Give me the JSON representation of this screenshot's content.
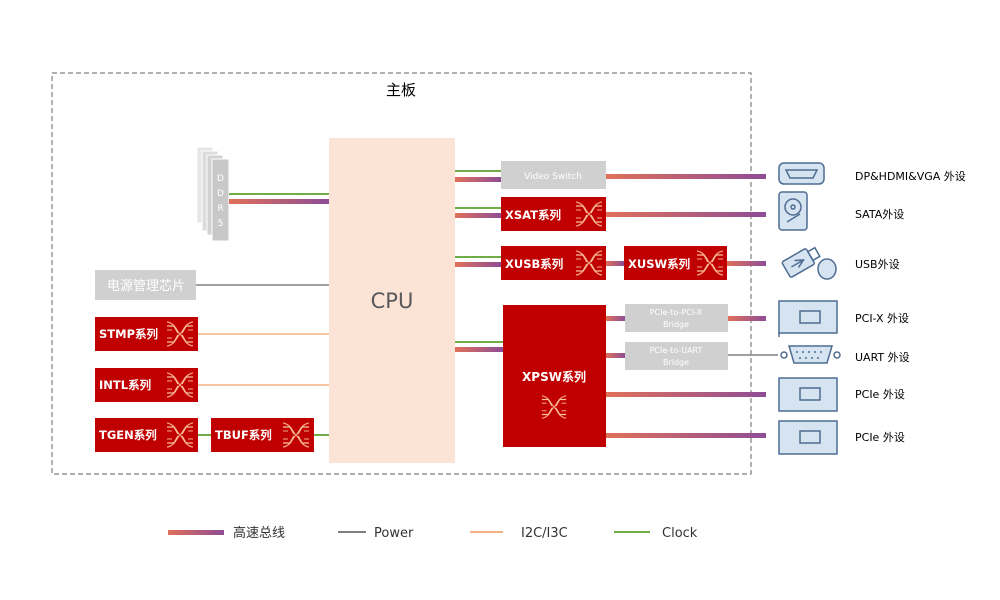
{
  "board": {
    "title": "主板"
  },
  "cpu": {
    "label": "CPU"
  },
  "ddr": {
    "letters": [
      "D",
      "D",
      "R",
      "5"
    ]
  },
  "power_chip": {
    "label": "电源管理芯片"
  },
  "left_chips": {
    "stmp": "STMP系列",
    "intl": "INTL系列",
    "tgen": "TGEN系列",
    "tbuf": "TBUF系列"
  },
  "right_chips": {
    "video_switch": "Video Switch",
    "xsat": "XSAT系列",
    "xusb": "XUSB系列",
    "xusw": "XUSW系列",
    "xpsw": "XPSW系列",
    "bridge_pcix": [
      "PCIe-to-PCI-X",
      "Bridge"
    ],
    "bridge_uart": [
      "PCIe-to-UART",
      "Bridge"
    ]
  },
  "peripherals": {
    "display": "DP&HDMI&VGA 外设",
    "sata": "SATA外设",
    "usb": "USB外设",
    "pcix": "PCI-X 外设",
    "uart": "UART 外设",
    "pcie1": "PCIe 外设",
    "pcie2": "PCIe 外设"
  },
  "legend": {
    "high_speed": "高速总线",
    "power": "Power",
    "i2c": "I2C/I3C",
    "clock": "Clock"
  },
  "colors": {
    "brand_red": "#C00000",
    "cpu_fill": "#FBE3D6",
    "gray_box": "#D0D0D0",
    "power_line": "#808080",
    "i2c_line": "#F4B183",
    "clock_line": "#70AD47",
    "bus_start": "#E0705A",
    "bus_end": "#8E4D96"
  }
}
